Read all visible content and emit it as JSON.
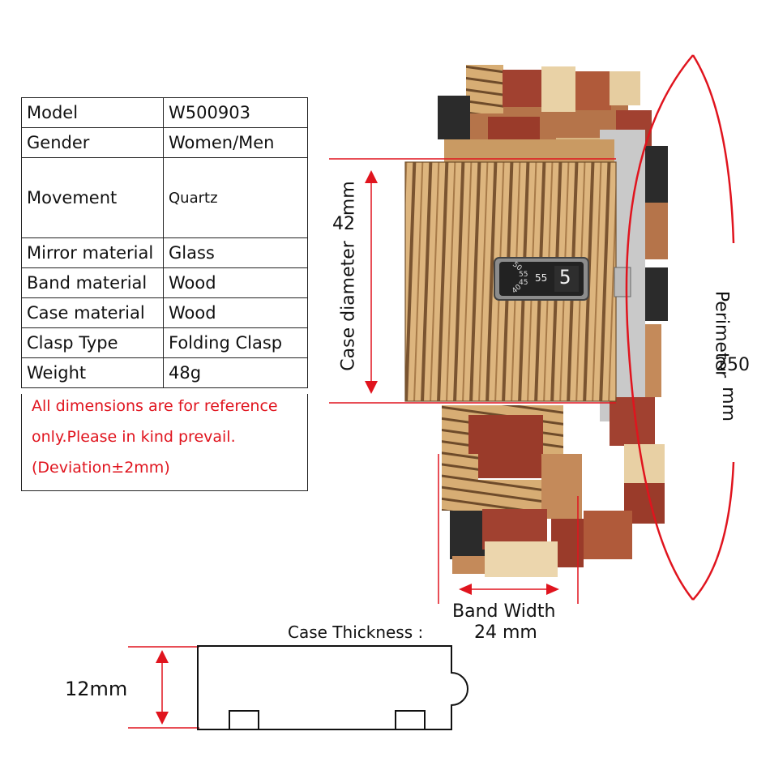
{
  "specs": [
    {
      "label": "Model",
      "value": "W500903"
    },
    {
      "label": "Gender",
      "value": "Women/Men"
    },
    {
      "label": "Movement",
      "value": "Quartz"
    },
    {
      "label": "Mirror material",
      "value": "Glass"
    },
    {
      "label": "Band material",
      "value": "Wood"
    },
    {
      "label": "Case material",
      "value": "Wood"
    },
    {
      "label": "Clasp Type",
      "value": "Folding Clasp"
    },
    {
      "label": "Weight",
      "value": "48g"
    }
  ],
  "notes": [
    "All dimensions are for reference",
    "only.Please in kind prevail.",
    "(Deviation±2mm)"
  ],
  "dimensions": {
    "case_diameter_label": "Case diameter",
    "case_diameter_unit": "mm",
    "case_diameter_value": "42",
    "perimeter_label": "Perimeter",
    "perimeter_value": "250",
    "perimeter_unit": "mm",
    "band_width_label": "Band Width",
    "band_width_value": "24 mm",
    "case_thickness_label": "Case Thickness :",
    "thickness_value": "12mm"
  },
  "dial": {
    "minutes": [
      "50",
      "55",
      "45",
      "40"
    ],
    "minute_center": "55",
    "hour": "5"
  },
  "colors": {
    "accent_red": "#e0141e",
    "wood_light": "#d9b27a",
    "wood_dark": "#6b4a2a",
    "rosewood": "#9a3b2a",
    "ebony": "#2a2a2a"
  }
}
